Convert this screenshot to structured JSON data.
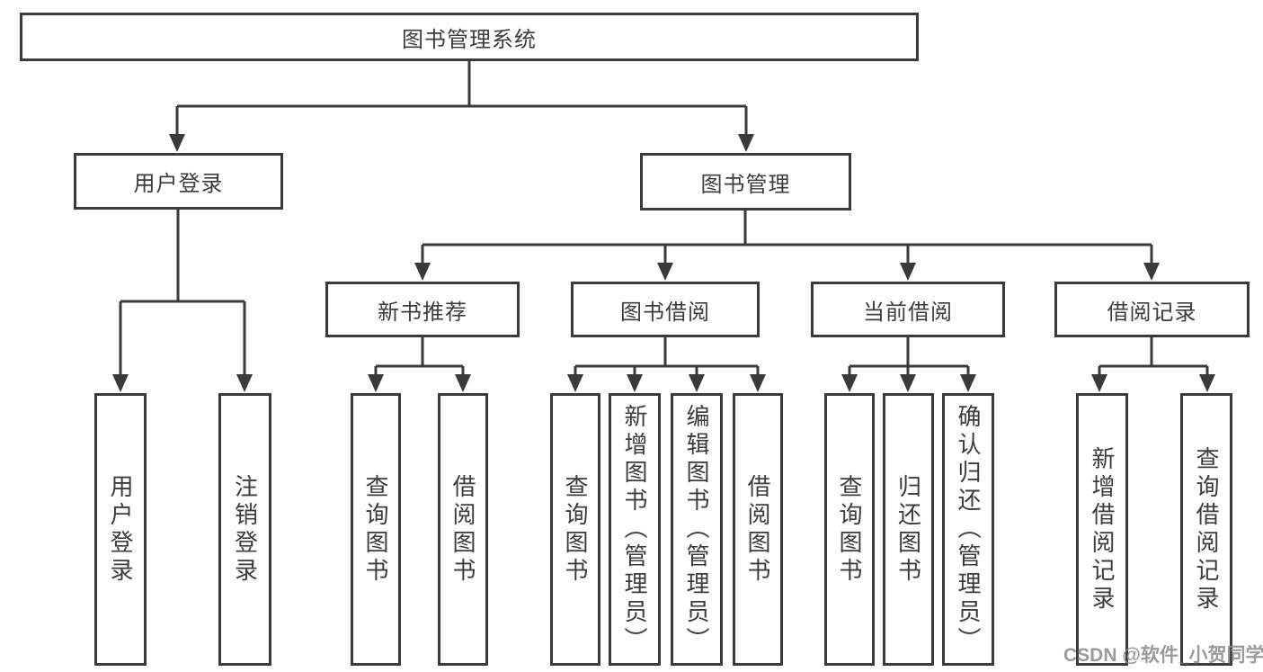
{
  "tree": {
    "root": "图书管理系统",
    "user_login": {
      "label": "用户登录",
      "children": [
        "用户登录",
        "注销登录"
      ]
    },
    "book_mgmt": {
      "label": "图书管理",
      "groups": [
        {
          "label": "新书推荐",
          "children": [
            "查询图书",
            "借阅图书"
          ]
        },
        {
          "label": "图书借阅",
          "children": [
            "查询图书",
            "新增图书（管理员）",
            "编辑图书（管理员）",
            "借阅图书"
          ]
        },
        {
          "label": "当前借阅",
          "children": [
            "查询图书",
            "归还图书",
            "确认归还（管理员）"
          ]
        },
        {
          "label": "借阅记录",
          "children": [
            "新增借阅记录",
            "查询借阅记录"
          ]
        }
      ]
    }
  },
  "watermark": {
    "text": "CSDN @软件_小贺同学"
  },
  "colors": {
    "line": "#3a3a3a",
    "box_border": "#3a3a3a",
    "box_background": "#ffffff",
    "text": "#3c3c3c",
    "watermark": "#8a8a8a"
  }
}
